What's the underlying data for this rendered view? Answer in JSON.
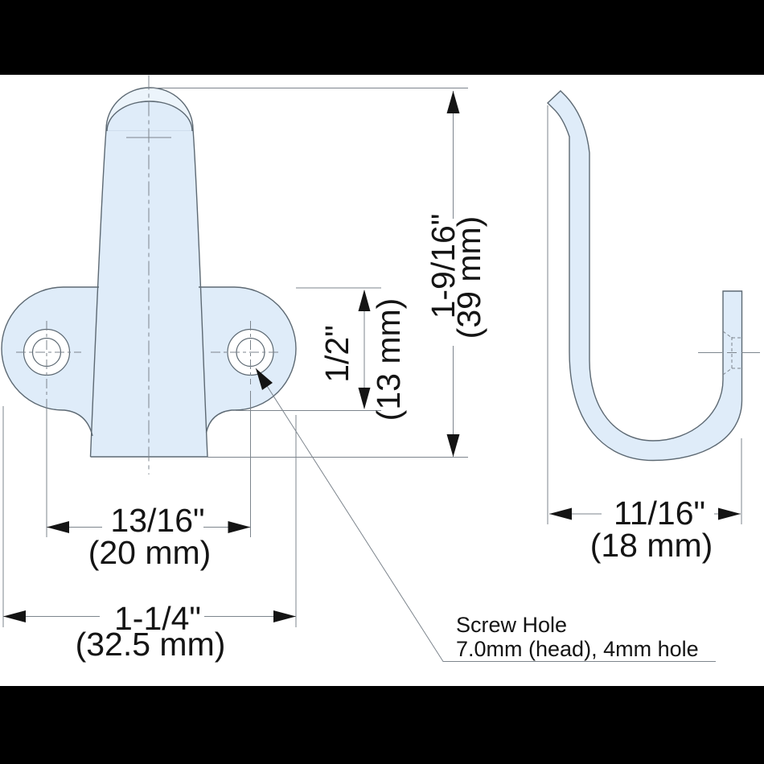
{
  "drawing": {
    "title": "hook-technical-drawing",
    "dimensions": {
      "overall_height": {
        "inches": "1-9/16\"",
        "mm": "(39 mm)"
      },
      "plate_height": {
        "inches": "1/2\"",
        "mm": "(13 mm)"
      },
      "hole_spacing": {
        "inches": "13/16\"",
        "mm": "(20 mm)"
      },
      "overall_width": {
        "inches": "1-1/4\"",
        "mm": "(32.5 mm)"
      },
      "depth": {
        "inches": "11/16\"",
        "mm": "(18 mm)"
      }
    },
    "annotations": {
      "screw_hole_title": "Screw Hole",
      "screw_hole_detail": "7.0mm (head), 4mm hole"
    },
    "colors": {
      "part_fill": "#dfecf9",
      "dome_fill": "#ecf4fb",
      "outline": "#5d6973",
      "aux_line": "#7d858d",
      "text": "#141414",
      "bar": "#000000"
    }
  }
}
